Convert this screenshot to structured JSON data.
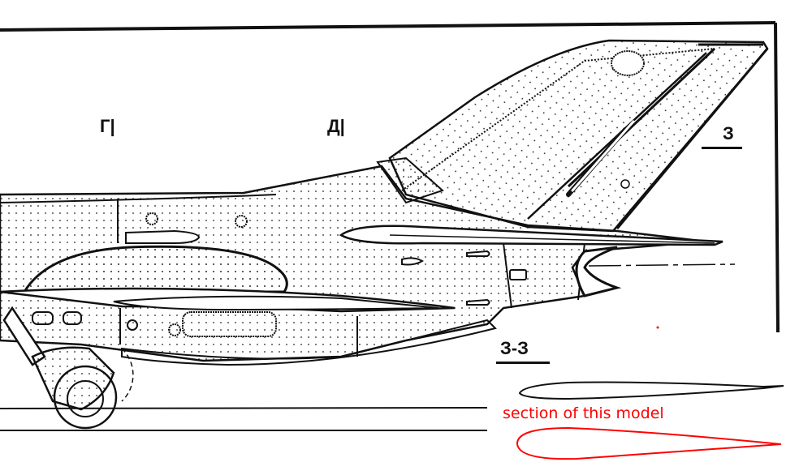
{
  "drawing": {
    "subject": "Aircraft rear fuselage and vertical tail, side view line drawing",
    "station_labels": [
      {
        "id": "g",
        "text": "Г|"
      },
      {
        "id": "d",
        "text": "Д|"
      }
    ],
    "section_marker": {
      "text": "З"
    },
    "section_title": {
      "text": "З-З"
    },
    "annotation": {
      "text": "section of this model",
      "color": "#ff0000"
    },
    "colors": {
      "line": "#111111",
      "background": "#ffffff",
      "annotation": "#ff0000"
    }
  }
}
